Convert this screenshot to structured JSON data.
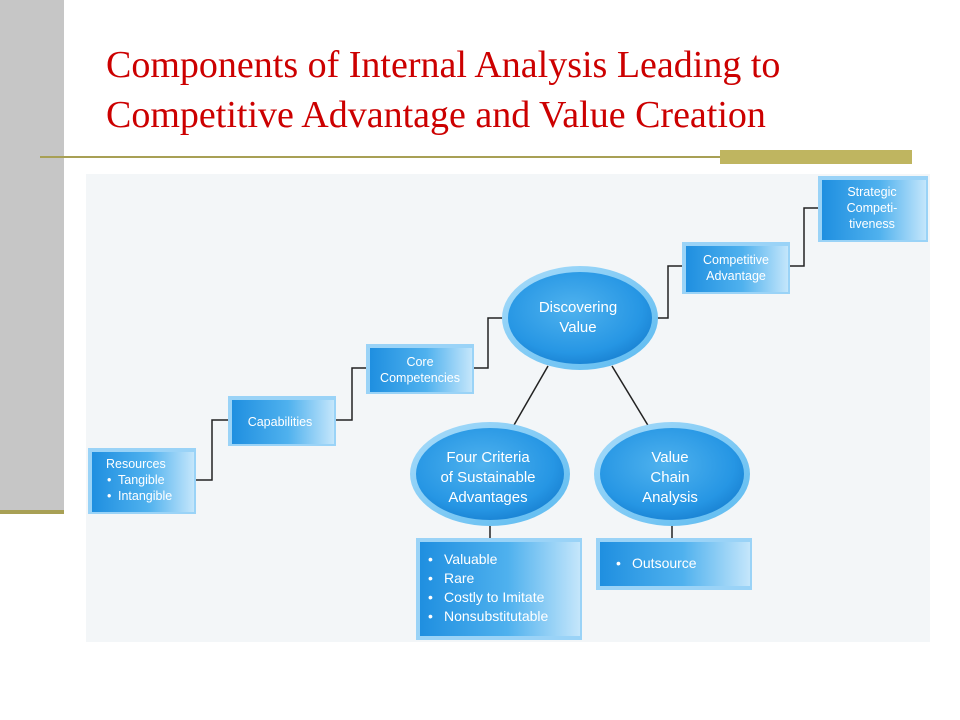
{
  "slide": {
    "title_line1": "Components of Internal Analysis Leading to",
    "title_line2": "Competitive Advantage and Value Creation"
  },
  "diagram": {
    "resources": {
      "label": "Resources",
      "bullets": [
        "Tangible",
        "Intangible"
      ]
    },
    "capabilities": {
      "label": "Capabilities"
    },
    "core_competencies": {
      "line1": "Core",
      "line2": "Competencies"
    },
    "discovering_value": {
      "line1": "Discovering",
      "line2": "Value"
    },
    "competitive_advantage": {
      "line1": "Competitive",
      "line2": "Advantage"
    },
    "strategic_competitiveness": {
      "line1": "Strategic",
      "line2": "Competi-",
      "line3": "tiveness"
    },
    "four_criteria": {
      "line1": "Four Criteria",
      "line2": "of Sustainable",
      "line3": "Advantages"
    },
    "value_chain": {
      "line1": "Value",
      "line2": "Chain",
      "line3": "Analysis"
    },
    "criteria_list": [
      "Valuable",
      "Rare",
      "Costly to Imitate",
      "Nonsubstitutable"
    ],
    "value_chain_list": [
      "Outsource"
    ],
    "bullet_char": "•"
  },
  "colors": {
    "title": "#cc0000",
    "box_fill": "#2b9be6",
    "box_light": "#9ad3f7",
    "connector": "#222222",
    "accent_rule": "#a8a055"
  }
}
